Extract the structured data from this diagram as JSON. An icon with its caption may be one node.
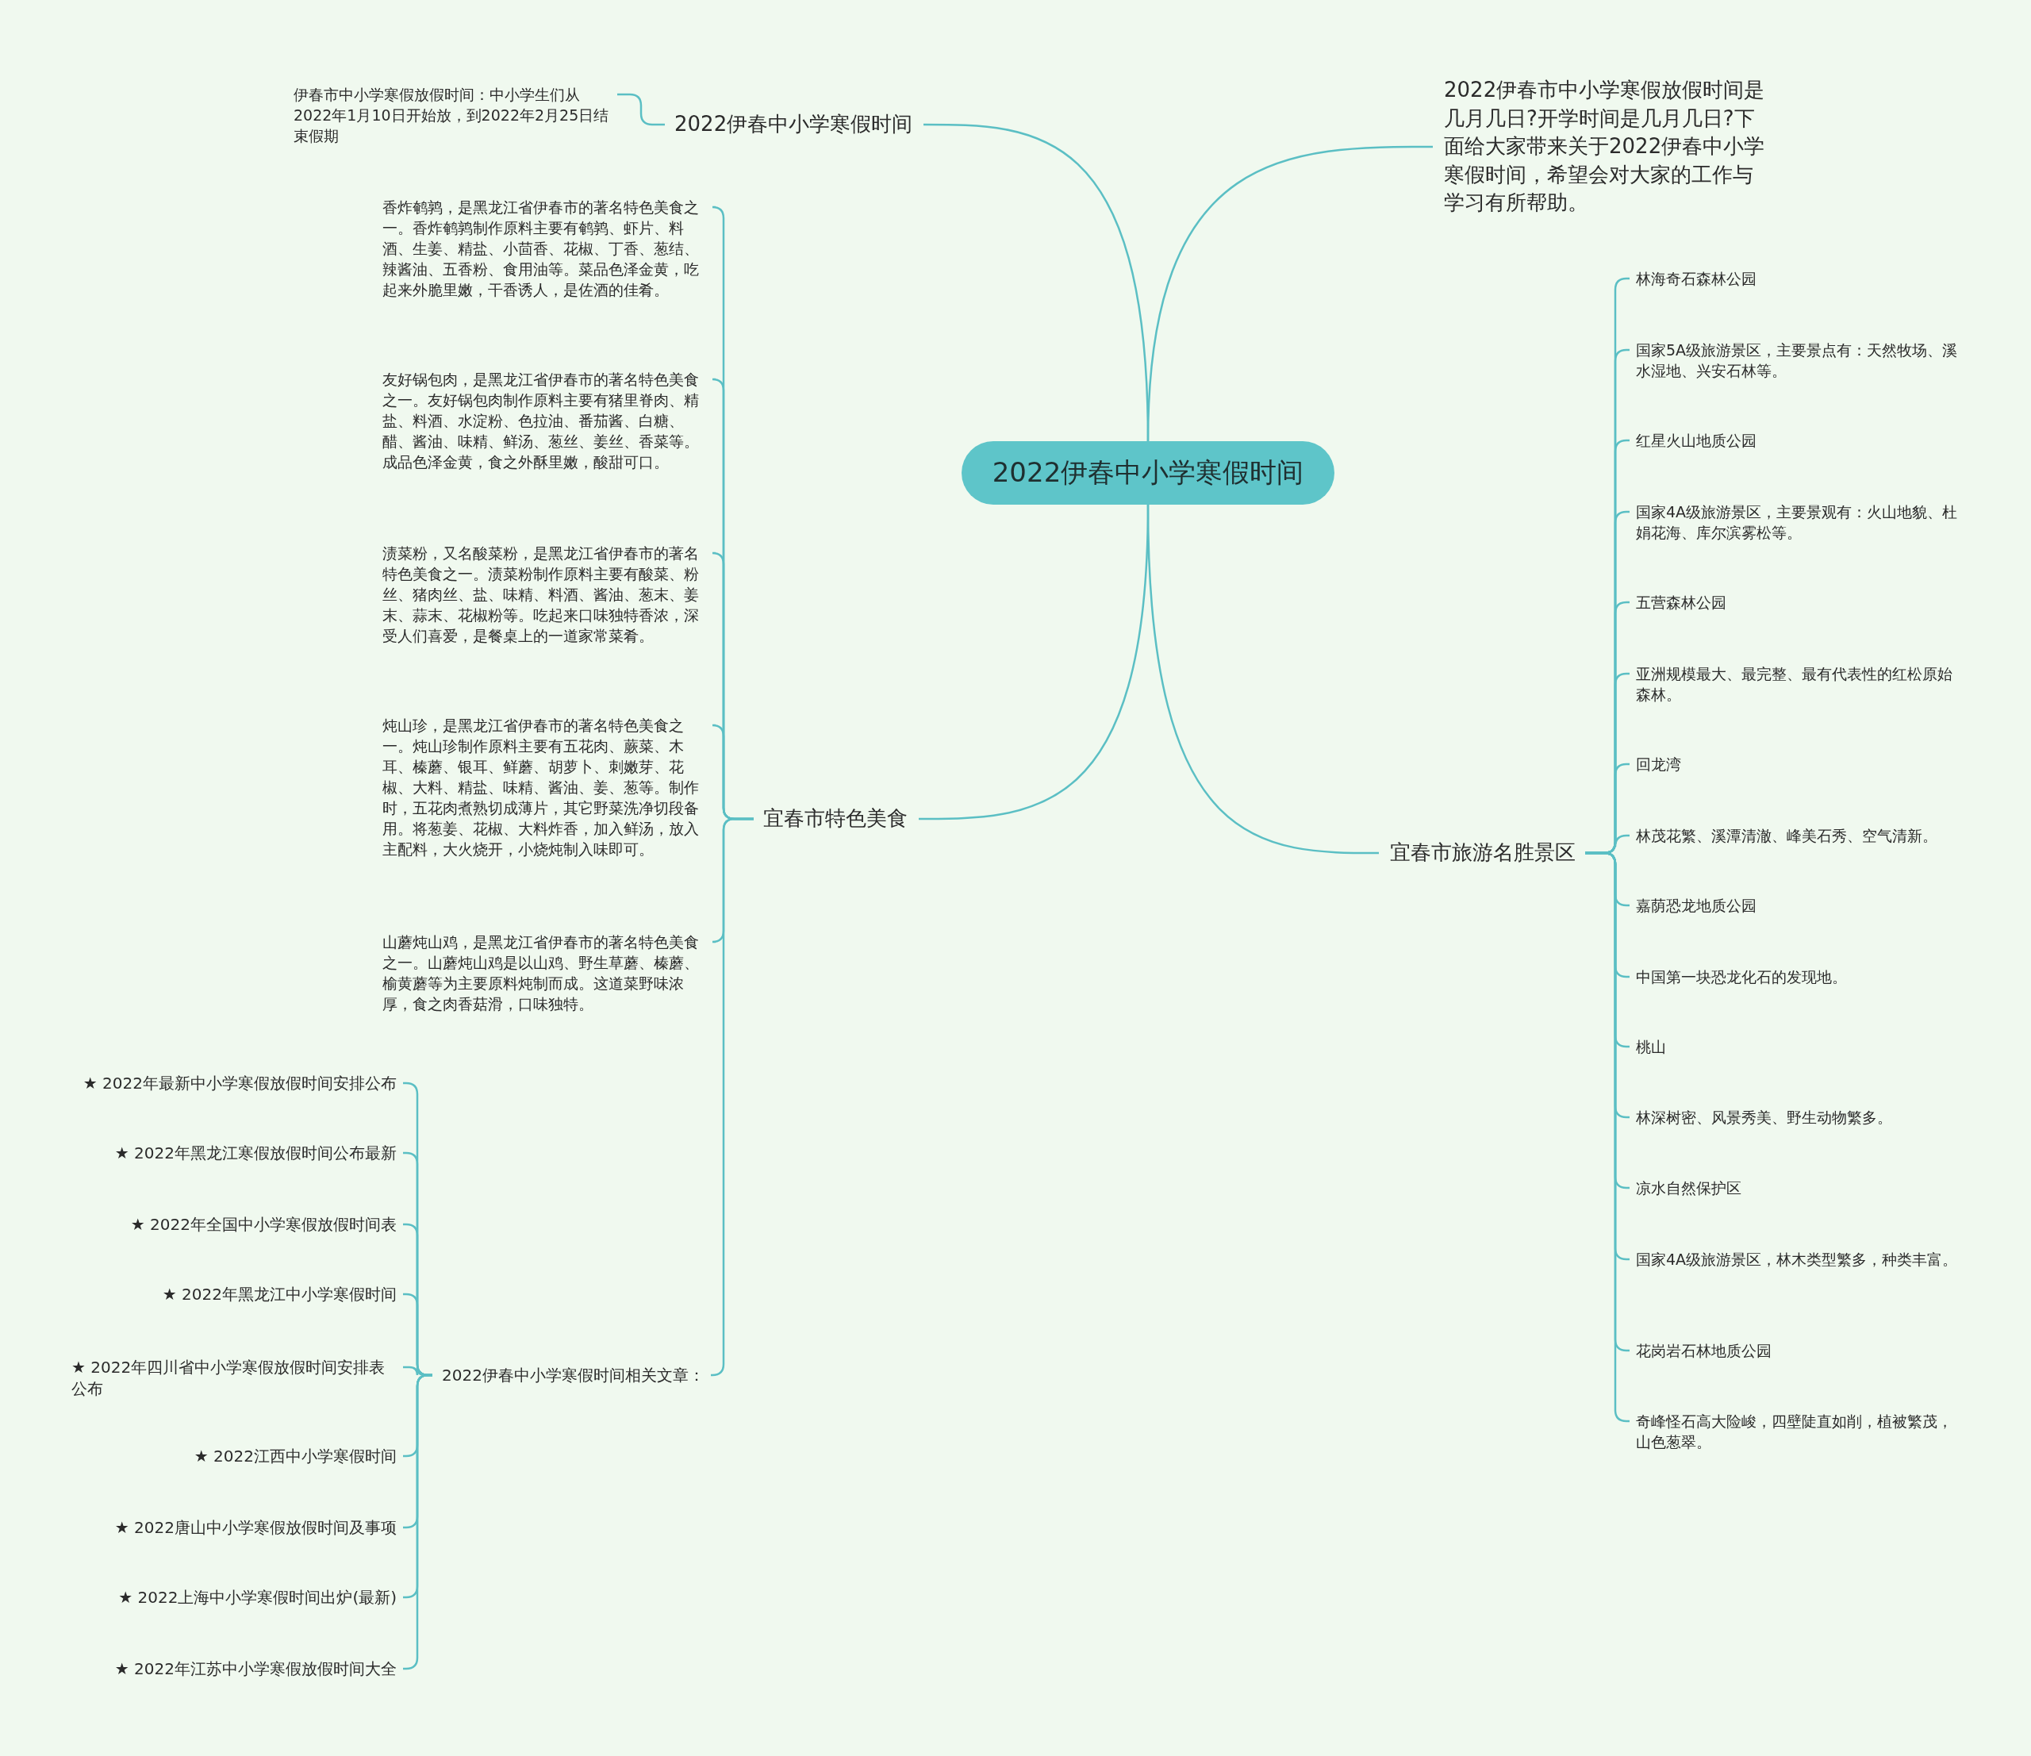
{
  "diagram": {
    "nodes": [
      {
        "text": [
          "2022伊春中小学寒假时间"
        ]
      },
      {
        "text": [
          "2022伊春中小学寒假时间"
        ]
      },
      {
        "text": [
          "伊春市中小学寒假放假时间：中小学生们从2022年1月10日开始放，到2022年2月25日结束假期"
        ]
      },
      {
        "text": [
          "2022伊春市中小学寒假放假时间是几月几日?开学时间是几月几日?下面给大家带来关于2022伊春中小学寒假时间，希望会对大家的工作与学习有所帮助。"
        ]
      },
      {
        "text": [
          "宜春市特色美食"
        ]
      },
      {
        "text": [
          "香炸鹌鹑，是黑龙江省伊春市的著名特色美食之一。香炸鹌鹑制作原料主要有鹌鹑、虾片、料酒、生姜、精盐、小茴香、花椒、丁香、葱结、辣酱油、五香粉、食用油等。菜品色泽金黄，吃起来外脆里嫩，干香诱人，是佐酒的佳肴。"
        ]
      },
      {
        "text": [
          "友好锅包肉，是黑龙江省伊春市的著名特色美食之一。友好锅包肉制作原料主要有猪里脊肉、精盐、料酒、水淀粉、色拉油、番茄酱、白糖、醋、酱油、味精、鲜汤、葱丝、姜丝、香菜等。成品色泽金黄，食之外酥里嫩，酸甜可口。"
        ]
      },
      {
        "text": [
          "渍菜粉，又名酸菜粉，是黑龙江省伊春市的著名特色美食之一。渍菜粉制作原料主要有酸菜、粉丝、猪肉丝、盐、味精、料酒、酱油、葱末、姜末、蒜末、花椒粉等。吃起来口味独特香浓，深受人们喜爱，是餐桌上的一道家常菜肴。"
        ]
      },
      {
        "text": [
          "炖山珍，是黑龙江省伊春市的著名特色美食之一。炖山珍制作原料主要有五花肉、蕨菜、木耳、榛蘑、银耳、鲜蘑、胡萝卜、刺嫩芽、花椒、大料、精盐、味精、酱油、姜、葱等。制作时，五花肉煮熟切成薄片，其它野菜洗净切段备用。将葱姜、花椒、大料炸香，加入鲜汤，放入主配料，大火烧开，小烧炖制入味即可。"
        ]
      },
      {
        "text": [
          "山蘑炖山鸡，是黑龙江省伊春市的著名特色美食之一。山蘑炖山鸡是以山鸡、野生草蘑、榛蘑、榆黄蘑等为主要原料炖制而成。这道菜野味浓厚，食之肉香菇滑，口味独特。"
        ]
      },
      {
        "text": [
          "2022伊春中小学寒假时间相关文章："
        ]
      },
      {
        "text": [
          "★ 2022年最新中小学寒假放假时间安排公布"
        ]
      },
      {
        "text": [
          "★ 2022年黑龙江寒假放假时间公布最新"
        ]
      },
      {
        "text": [
          "★ 2022年全国中小学寒假放假时间表"
        ]
      },
      {
        "text": [
          "★ 2022年黑龙江中小学寒假时间"
        ]
      },
      {
        "text": [
          "★ 2022年四川省中小学寒假放假时间安排表公布"
        ]
      },
      {
        "text": [
          "★ 2022江西中小学寒假时间"
        ]
      },
      {
        "text": [
          "★ 2022唐山中小学寒假放假时间及事项"
        ]
      },
      {
        "text": [
          "★ 2022上海中小学寒假时间出炉(最新)"
        ]
      },
      {
        "text": [
          "★ 2022年江苏中小学寒假放假时间大全"
        ]
      },
      {
        "text": [
          "宜春市旅游名胜景区"
        ]
      },
      {
        "text": [
          "林海奇石森林公园"
        ]
      },
      {
        "text": [
          "国家5A级旅游景区，主要景点有：天然牧场、溪水湿地、兴安石林等。"
        ]
      },
      {
        "text": [
          "红星火山地质公园"
        ]
      },
      {
        "text": [
          "国家4A级旅游景区，主要景观有：火山地貌、杜娟花海、库尔滨雾松等。"
        ]
      },
      {
        "text": [
          "五营森林公园"
        ]
      },
      {
        "text": [
          "亚洲规模最大、最完整、最有代表性的红松原始森林。"
        ]
      },
      {
        "text": [
          "回龙湾"
        ]
      },
      {
        "text": [
          "林茂花繁、溪潭清澈、峰美石秀、空气清新。"
        ]
      },
      {
        "text": [
          "嘉荫恐龙地质公园"
        ]
      },
      {
        "text": [
          "中国第一块恐龙化石的发现地。"
        ]
      },
      {
        "text": [
          "桃山"
        ]
      },
      {
        "text": [
          "林深树密、风景秀美、野生动物繁多。"
        ]
      },
      {
        "text": [
          "凉水自然保护区"
        ]
      },
      {
        "text": [
          "国家4A级旅游景区，林木类型繁多，种类丰富。"
        ]
      },
      {
        "text": [
          "花岗岩石林地质公园"
        ]
      },
      {
        "text": [
          "奇峰怪石高大险峻，四壁陡直如削，植被繁茂，山色葱翠。"
        ]
      }
    ],
    "edges": [
      {
        "from": 0,
        "to": 1,
        "arrow": "none"
      },
      {
        "from": 1,
        "to": 2,
        "arrow": "none"
      },
      {
        "from": 0,
        "to": 3,
        "arrow": "none"
      },
      {
        "from": 0,
        "to": 4,
        "arrow": "none"
      },
      {
        "from": 4,
        "to": 5,
        "arrow": "none"
      },
      {
        "from": 4,
        "to": 6,
        "arrow": "none"
      },
      {
        "from": 4,
        "to": 7,
        "arrow": "none"
      },
      {
        "from": 4,
        "to": 8,
        "arrow": "none"
      },
      {
        "from": 4,
        "to": 9,
        "arrow": "none"
      },
      {
        "from": 4,
        "to": 10,
        "arrow": "none"
      },
      {
        "from": 10,
        "to": 11,
        "arrow": "none"
      },
      {
        "from": 10,
        "to": 12,
        "arrow": "none"
      },
      {
        "from": 10,
        "to": 13,
        "arrow": "none"
      },
      {
        "from": 10,
        "to": 14,
        "arrow": "none"
      },
      {
        "from": 10,
        "to": 15,
        "arrow": "none"
      },
      {
        "from": 10,
        "to": 16,
        "arrow": "none"
      },
      {
        "from": 10,
        "to": 17,
        "arrow": "none"
      },
      {
        "from": 10,
        "to": 18,
        "arrow": "none"
      },
      {
        "from": 10,
        "to": 19,
        "arrow": "none"
      },
      {
        "from": 0,
        "to": 20,
        "arrow": "none"
      },
      {
        "from": 20,
        "to": 21,
        "arrow": "none"
      },
      {
        "from": 20,
        "to": 22,
        "arrow": "none"
      },
      {
        "from": 20,
        "to": 23,
        "arrow": "none"
      },
      {
        "from": 20,
        "to": 24,
        "arrow": "none"
      },
      {
        "from": 20,
        "to": 25,
        "arrow": "none"
      },
      {
        "from": 20,
        "to": 26,
        "arrow": "none"
      },
      {
        "from": 20,
        "to": 27,
        "arrow": "none"
      },
      {
        "from": 20,
        "to": 28,
        "arrow": "none"
      },
      {
        "from": 20,
        "to": 29,
        "arrow": "none"
      },
      {
        "from": 20,
        "to": 30,
        "arrow": "none"
      },
      {
        "from": 20,
        "to": 31,
        "arrow": "none"
      },
      {
        "from": 20,
        "to": 32,
        "arrow": "none"
      },
      {
        "from": 20,
        "to": 33,
        "arrow": "none"
      },
      {
        "from": 20,
        "to": 34,
        "arrow": "none"
      },
      {
        "from": 20,
        "to": 35,
        "arrow": "none"
      },
      {
        "from": 20,
        "to": 36,
        "arrow": "none"
      }
    ]
  }
}
